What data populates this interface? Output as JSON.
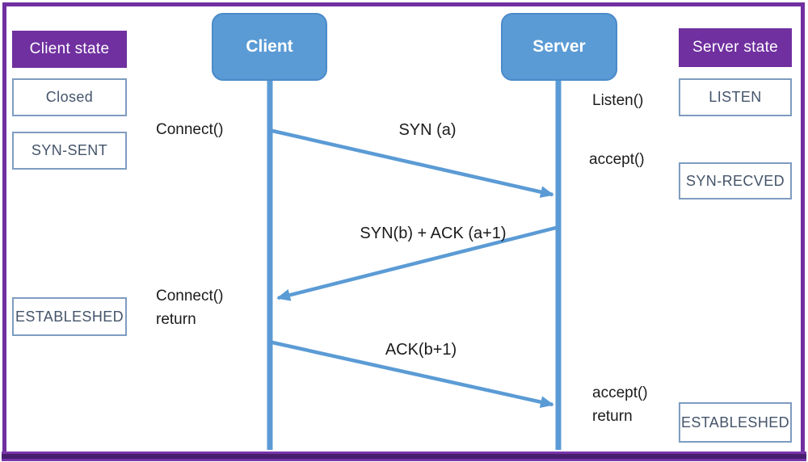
{
  "diagram": {
    "actors": {
      "client": "Client",
      "server": "Server"
    },
    "client_panel": {
      "header": "Client state",
      "states": [
        "Closed",
        "SYN-SENT",
        "ESTABLESHED"
      ]
    },
    "server_panel": {
      "header": "Server state",
      "states": [
        "LISTEN",
        "SYN-RECVED",
        "ESTABLESHED"
      ]
    },
    "events": {
      "connect": "Connect()",
      "listen": "Listen()",
      "accept": "accept()",
      "connect_return": "Connect()\nreturn",
      "accept_return": "accept()\nreturn"
    },
    "messages": {
      "syn": "SYN (a)",
      "syn_ack": "SYN(b) + ACK (a+1)",
      "ack": "ACK(b+1)"
    },
    "colors": {
      "purple": "#7030A0",
      "purple_dark": "#471D6E",
      "lifeline_blue": "#5B9BD5",
      "actor_border_blue": "#4A8AC9",
      "state_border": "#7E9CC0",
      "state_text": "#44546A"
    }
  }
}
